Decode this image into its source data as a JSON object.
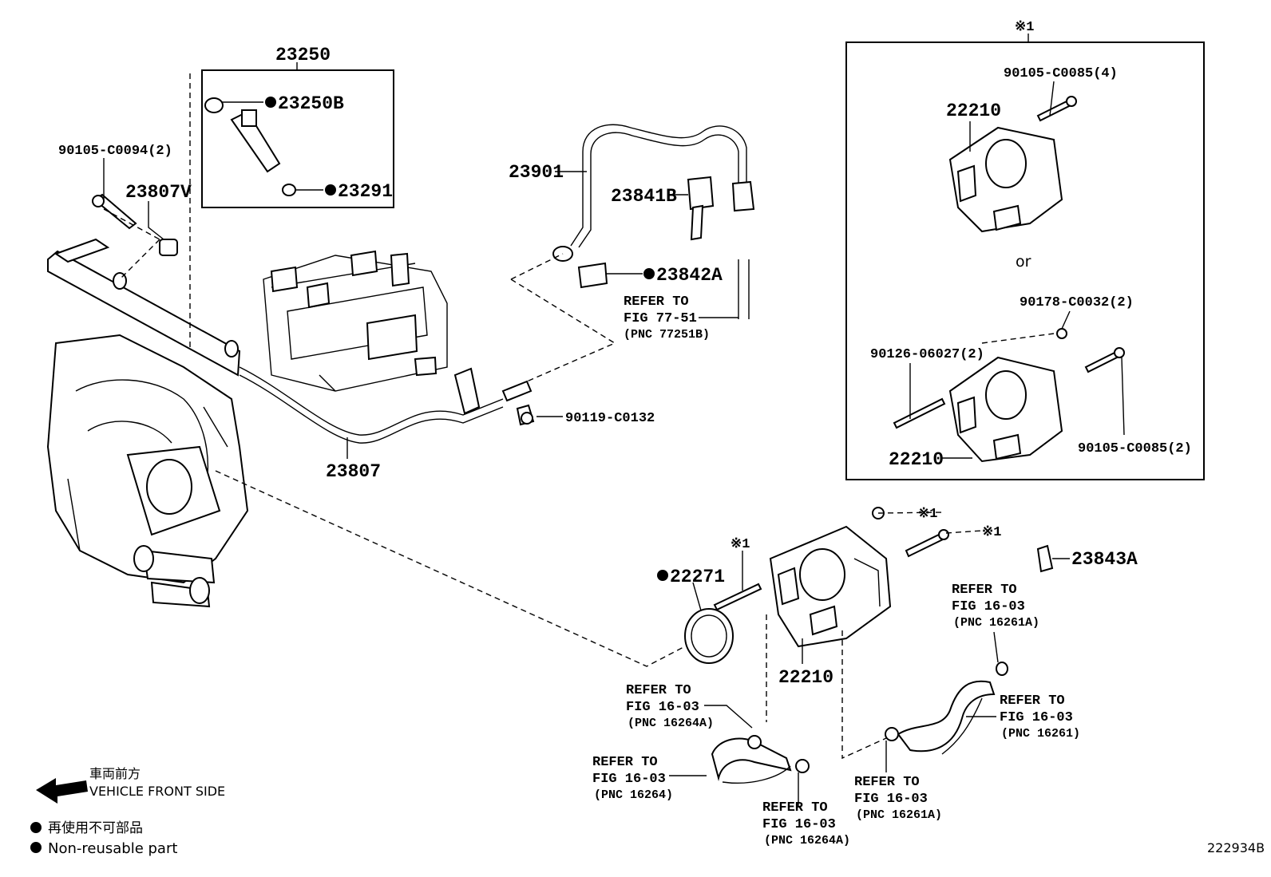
{
  "labels": {
    "p23250": "23250",
    "p23250b": "23250B",
    "p23291": "23291",
    "p90105_c0094": "90105-C0094(2)",
    "p23807v": "23807V",
    "p23901": "23901",
    "p23841b": "23841B",
    "p23842a": "23842A",
    "p90119_c0132": "90119-C0132",
    "p23807": "23807",
    "p22271": "22271",
    "p22210_main": "22210",
    "p23843a": "23843A",
    "box_ref": "※1",
    "box_90105_c0085_4": "90105-C0085(4)",
    "box_22210_top": "22210",
    "box_or": "or",
    "box_90178_c0032": "90178-C0032(2)",
    "box_90126_06027": "90126-06027(2)",
    "box_22210_bottom": "22210",
    "box_90105_c0085_2": "90105-C0085(2)",
    "mark1_a": "※1",
    "mark1_b": "※1",
    "mark1_c": "※1"
  },
  "refs": {
    "fig77": {
      "line1": "REFER TO",
      "line2": "FIG 77-51",
      "pnc": "(PNC 77251B)"
    },
    "ref_16261a_top": {
      "line1": "REFER TO",
      "line2": "FIG 16-03",
      "pnc": "(PNC 16261A)"
    },
    "ref_16261": {
      "line1": "REFER TO",
      "line2": "FIG 16-03",
      "pnc": "(PNC 16261)"
    },
    "ref_16264a_top": {
      "line1": "REFER TO",
      "line2": "FIG 16-03",
      "pnc": "(PNC 16264A)"
    },
    "ref_16264": {
      "line1": "REFER TO",
      "line2": "FIG 16-03",
      "pnc": "(PNC 16264)"
    },
    "ref_16264a_bottom": {
      "line1": "REFER TO",
      "line2": "FIG 16-03",
      "pnc": "(PNC 16264A)"
    },
    "ref_16261a_bottom": {
      "line1": "REFER TO",
      "line2": "FIG 16-03",
      "pnc": "(PNC 16261A)"
    }
  },
  "legend": {
    "front_jp": "車両前方",
    "front_en": "VEHICLE FRONT SIDE",
    "nonreuse_jp": "再使用不可部品",
    "nonreuse_en": "Non-reusable part"
  },
  "diagram_id": "222934B"
}
